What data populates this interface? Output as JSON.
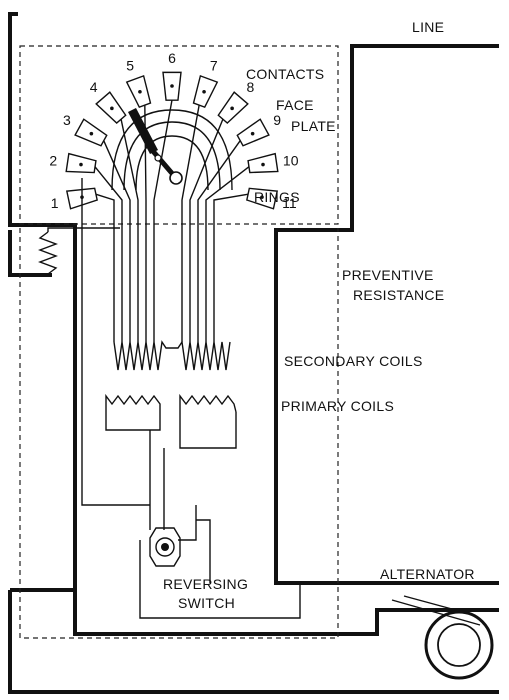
{
  "labels": {
    "line": "LINE",
    "contacts": "CONTACTS",
    "face_plate_1": "FACE",
    "face_plate_2": "PLATE",
    "rings": "RINGS",
    "preventive_1": "PREVENTIVE",
    "preventive_2": "RESISTANCE",
    "secondary": "SECONDARY COILS",
    "primary": "PRIMARY COILS",
    "reversing_1": "REVERSING",
    "reversing_2": "SWITCH",
    "alternator": "ALTERNATOR"
  },
  "contacts": [
    "1",
    "2",
    "3",
    "4",
    "5",
    "6",
    "7",
    "8",
    "9",
    "10",
    "11"
  ]
}
